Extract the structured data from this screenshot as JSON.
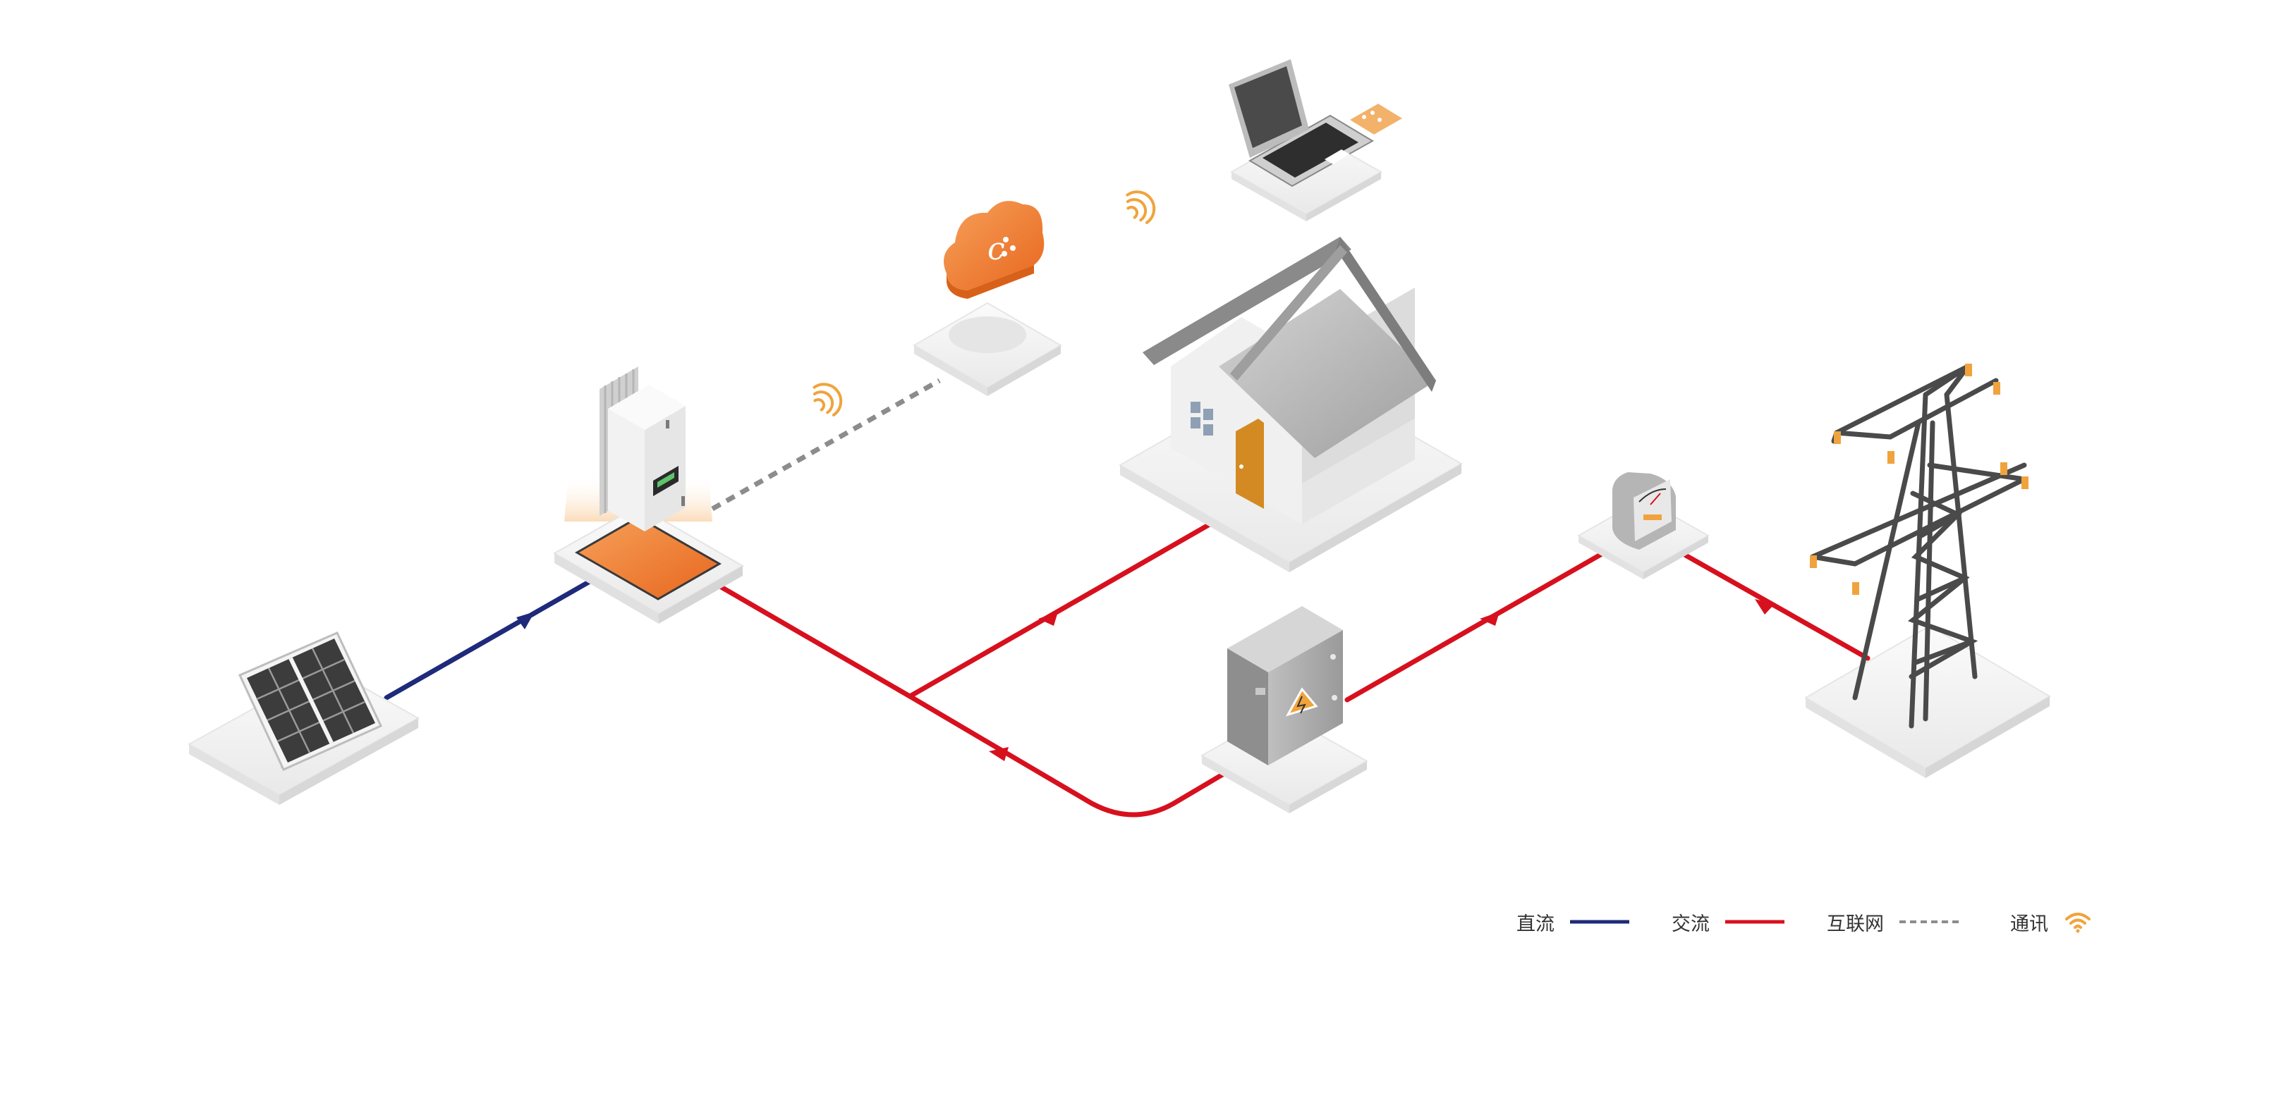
{
  "colors": {
    "dc": "#1e2a7a",
    "ac": "#d7101e",
    "internet": "#8c8c8c",
    "communication": "#f0a33c",
    "accent_orange": "#ee7d22",
    "platform": "#f1f1f1"
  },
  "components": [
    {
      "id": "solar-panel",
      "icon": "solar-panel-icon"
    },
    {
      "id": "inverter",
      "icon": "inverter-icon"
    },
    {
      "id": "cloud-router",
      "icon": "cloud-icon"
    },
    {
      "id": "laptop",
      "icon": "laptop-icon"
    },
    {
      "id": "house",
      "icon": "house-icon"
    },
    {
      "id": "distribution-box",
      "icon": "electrical-box-icon"
    },
    {
      "id": "electric-meter",
      "icon": "meter-icon"
    },
    {
      "id": "transmission-tower",
      "icon": "power-tower-icon"
    }
  ],
  "legend": [
    {
      "label": "直流",
      "type": "line",
      "color": "#1e2a7a"
    },
    {
      "label": "交流",
      "type": "line",
      "color": "#d7101e"
    },
    {
      "label": "互联网",
      "type": "dashed",
      "color": "#8c8c8c"
    },
    {
      "label": "通讯",
      "type": "wifi",
      "color": "#f0a33c"
    }
  ]
}
